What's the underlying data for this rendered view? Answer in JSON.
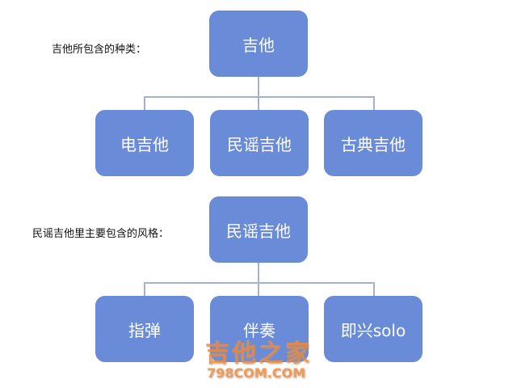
{
  "section1": {
    "caption": "吉他所包含的种类：",
    "root": "吉他",
    "children": [
      "电吉他",
      "民谣吉他",
      "古典吉他"
    ]
  },
  "section2": {
    "caption": "民谣吉他里主要包含的风格：",
    "root": "民谣吉他",
    "children": [
      "指弹",
      "伴奏",
      "即兴solo"
    ]
  },
  "watermark": {
    "title": "吉他之家",
    "site": "798COM.COM"
  }
}
